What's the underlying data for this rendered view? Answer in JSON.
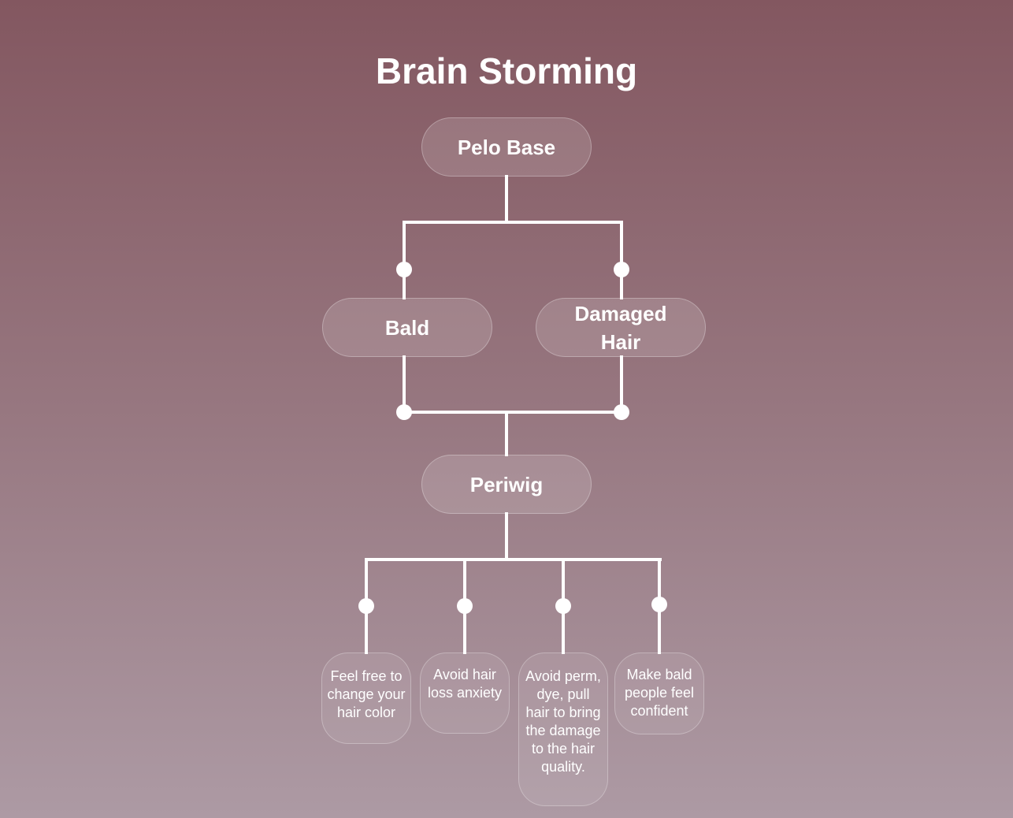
{
  "title": "Brain Storming",
  "nodes": {
    "root": "Pelo Base",
    "level1": [
      "Bald",
      "Damaged Hair"
    ],
    "merge": "Periwig",
    "leaves": [
      "Feel free to change your hair color",
      "Avoid hair loss anxiety",
      "Avoid perm, dye, pull hair to bring the damage to the hair quality.",
      "Make bald people feel confident"
    ]
  },
  "colors": {
    "background_top": "#835760",
    "background_bottom": "#ad9aa4",
    "connector": "#ffffff",
    "text": "#ffffff"
  }
}
